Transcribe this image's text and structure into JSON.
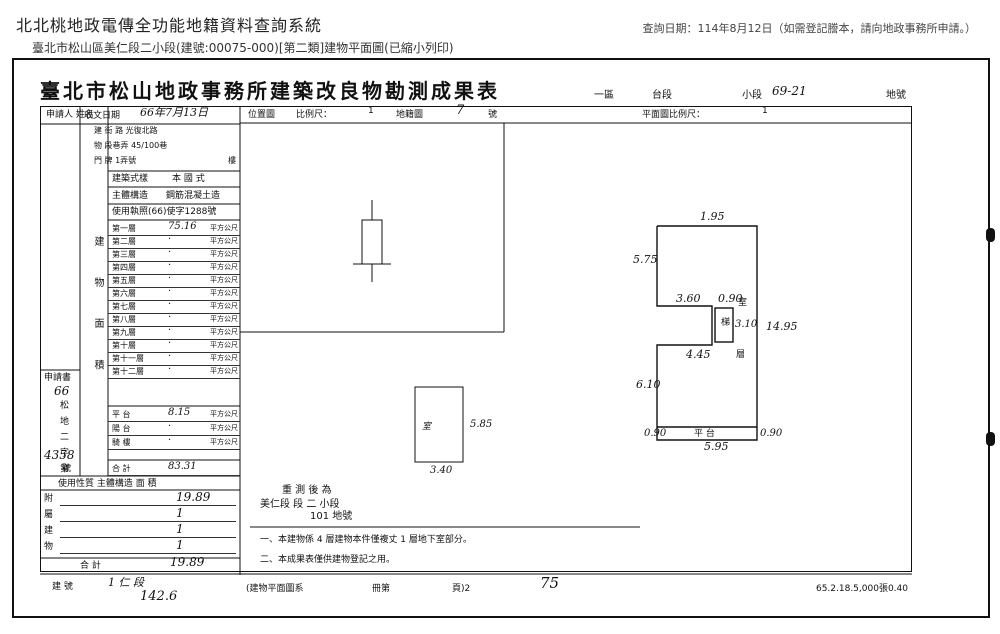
{
  "header": {
    "system_title": "北北桃地政電傳全功能地籍資料查詢系統",
    "subtitle": "臺北市松山區美仁段二小段(建號:00075-000)[第二類]建物平面圖(已縮小列印)",
    "query_date": "查詢日期：114年8月12日（如需登記謄本，請向地政事務所申請。）"
  },
  "document": {
    "title": "臺北市松山地政事務所建築改良物勘測成果表",
    "section_label": "一區",
    "section_label2": "台段",
    "small_section_label": "小段",
    "land_no_label": "地號",
    "land_no_hand": "69-21",
    "applicant_label": "申請人 姓名",
    "date_label": "收文日期",
    "date_value": "66年7月13日",
    "location_address": "建 街 路  光復北路",
    "lane": "物 段巷弄  45/100巷",
    "door_no": "門 牌  1弄號",
    "floor_label": "樓",
    "building_type_label": "建築式樣",
    "building_type": "本 國 式",
    "main_structure_label": "主體構造",
    "main_structure": "鋼筋混凝土造",
    "use_permit_label": "使用執照",
    "use_permit": "(66)使字1288號",
    "position_map_label": "位置圖",
    "scale_label": "比例尺：",
    "scale_value": "1",
    "sheet_label": "地籍圖",
    "sheet_no": "7",
    "sheet_no_suffix": "號",
    "floorplan_scale_label": "平面圖比例尺：",
    "floorplan_scale_value": "1",
    "floors_header": "建 物 面 積",
    "floors": [
      {
        "label": "第一層",
        "value": "75.16",
        "unit": "平方公尺"
      },
      {
        "label": "第二層",
        "value": "·",
        "unit": "平方公尺"
      },
      {
        "label": "第三層",
        "value": "·",
        "unit": "平方公尺"
      },
      {
        "label": "第四層",
        "value": "·",
        "unit": "平方公尺"
      },
      {
        "label": "第五層",
        "value": "·",
        "unit": "平方公尺"
      },
      {
        "label": "第六層",
        "value": "·",
        "unit": "平方公尺"
      },
      {
        "label": "第七層",
        "value": "·",
        "unit": "平方公尺"
      },
      {
        "label": "第八層",
        "value": "·",
        "unit": "平方公尺"
      },
      {
        "label": "第九層",
        "value": "·",
        "unit": "平方公尺"
      },
      {
        "label": "第十層",
        "value": "·",
        "unit": "平方公尺"
      },
      {
        "label": "第十一層",
        "value": "·",
        "unit": "平方公尺"
      },
      {
        "label": "第十二層",
        "value": "·",
        "unit": "平方公尺"
      }
    ],
    "attached": [
      {
        "label": "平 台",
        "value": "8.15",
        "unit": "平方公尺"
      },
      {
        "label": "陽 台",
        "value": "·",
        "unit": "平方公尺"
      },
      {
        "label": "騎 樓",
        "value": "·",
        "unit": "平方公尺"
      }
    ],
    "total_label": "合 計",
    "total_value": "83.31",
    "applicant_book_label": "申請書",
    "applicant_book_no": "66",
    "land_label": "松 地 二 字 第",
    "land_no_value": "4358",
    "land_no_suffix": "號",
    "shared_header": "使用性質  主體構造  面  積",
    "shared_rows": [
      {
        "label": "附",
        "value": "19.89"
      },
      {
        "label": "屬",
        "value": "1"
      },
      {
        "label": "建",
        "value": "1"
      },
      {
        "label": "物",
        "value": "1"
      }
    ],
    "shared_total_label": "合 計",
    "shared_total_value": "19.89",
    "survey_label": "重 測 後 為",
    "survey_section": "美仁段 段 二 小段",
    "survey_lot": "101 地號",
    "note1": "一、本建物係 4 層建物本件僅複丈 1 層地下室部分。",
    "note2": "二、本成果表僅供建物登記之用。",
    "bottom_build_no_label": "建 號",
    "bottom_build_no": "1 仁 段",
    "bottom_hand": "142.6",
    "bottom_label": "(建物平面圖系",
    "bottom_page_label": "冊第",
    "bottom_page_prefix": "頁)2",
    "bottom_page": "75",
    "footer_code": "65.2.18.5,000張0.40",
    "dims": {
      "top": "1.95",
      "left_upper": "5.75",
      "inner": "3.60",
      "door_width": "0.90",
      "door_depth": "3.10",
      "right": "14.95",
      "mid": "4.45",
      "left_lower": "6.10",
      "bottom": "5.95",
      "corner_left": "0.90",
      "corner_right": "0.90",
      "small_w": "3.40",
      "small_h": "5.85"
    },
    "plan_labels": {
      "stair": "梯",
      "floor": "層",
      "platform": "平 台",
      "room": "室"
    }
  }
}
